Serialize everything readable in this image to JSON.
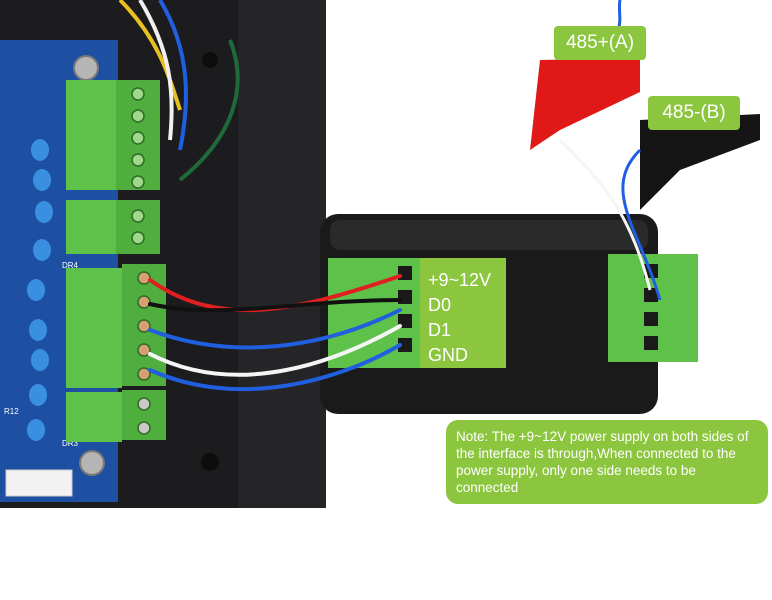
{
  "labels": {
    "rs485_a": "485+(A)",
    "rs485_b": "485-(B)"
  },
  "pins": [
    "+9~12V",
    "D0",
    "D1",
    "GND"
  ],
  "note": "Note: The +9~12V power supply on both sides of the interface is through,When connected to the power supply, only one side needs to be connected",
  "pcb_labels": {
    "dr4": "DR4",
    "dr3": "DR3",
    "r12": "R12"
  },
  "colors": {
    "callout_green": "#8cc63f",
    "terminal_green": "#5ec24a",
    "pcb_blue": "#1d4fa3",
    "enclosure_black": "#1c1c1e"
  }
}
